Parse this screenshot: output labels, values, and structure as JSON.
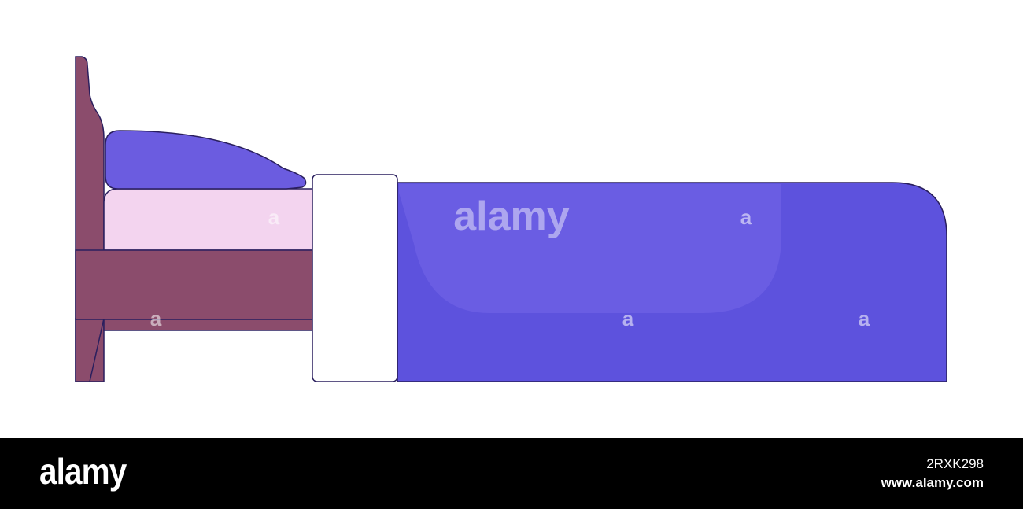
{
  "colors": {
    "frame": "#8b4c6c",
    "outline": "#2a1f5e",
    "pillow": "#6b5ce0",
    "mattress": "#f3d4ef",
    "sheet_fold": "#ffffff",
    "blanket": "#5d52dd",
    "blanket_highlight": "#6a5de3",
    "footer_bg": "#000000"
  },
  "watermark": {
    "brand": "alamy",
    "small_mark": "a"
  },
  "footer": {
    "logo": "alamy",
    "image_id": "2RXK298",
    "site": "www.alamy.com"
  }
}
